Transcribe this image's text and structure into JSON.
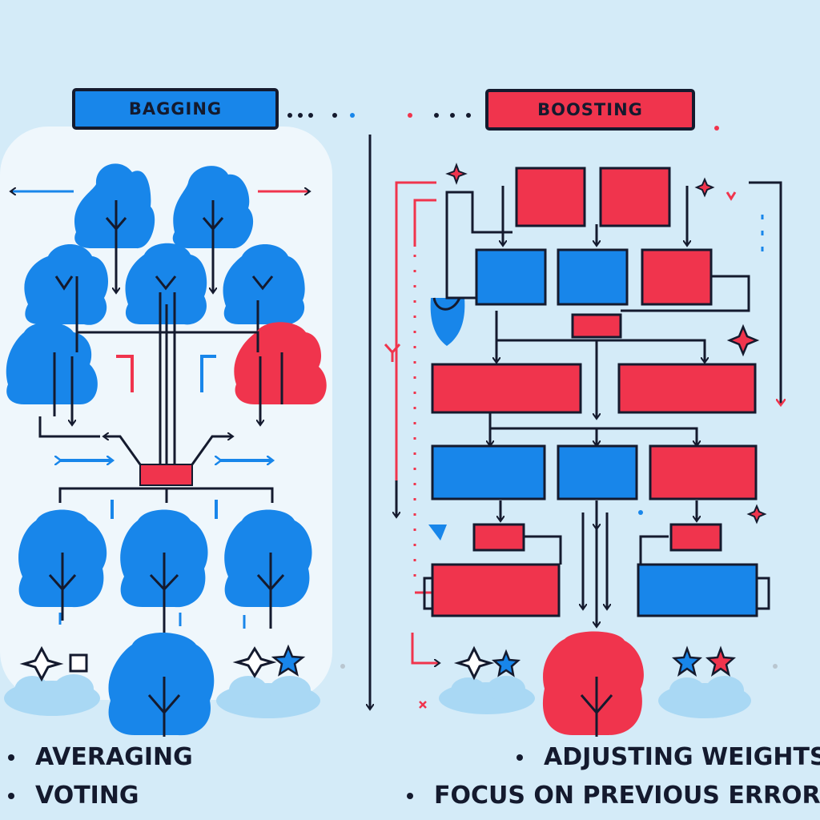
{
  "bagging": {
    "title": "BAGGING",
    "points": [
      "AVERAGING",
      "VOTING"
    ]
  },
  "boosting": {
    "title": "BOOSTING",
    "points": [
      "ADJUSTING WEIGHTS",
      "FOCUS ON PREVIOUS ERRORS"
    ]
  },
  "colors": {
    "background": "#d4ebf8",
    "panel": "#eff7fc",
    "blue": "#1886ea",
    "red": "#f0344d",
    "ink": "#141a2e",
    "cloud": "#a9d8f4"
  }
}
